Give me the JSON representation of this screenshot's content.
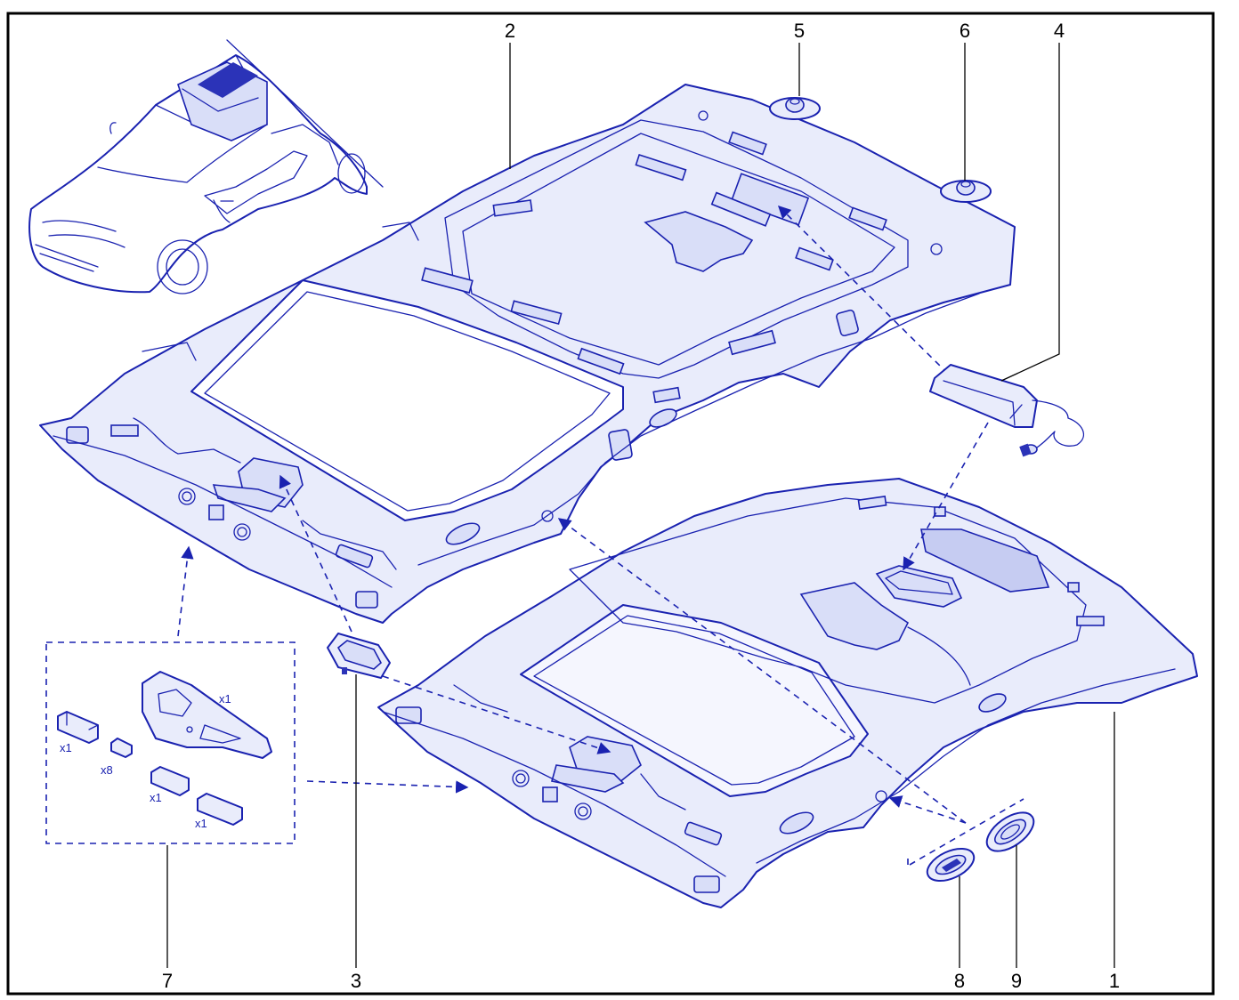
{
  "callouts": {
    "c1": "1",
    "c2": "2",
    "c3": "3",
    "c4": "4",
    "c5": "5",
    "c6": "6",
    "c7": "7",
    "c8": "8",
    "c9": "9"
  },
  "kit_quantities": {
    "bracket": "x1",
    "pad_a": "x1",
    "pad_b": "x8",
    "pad_c": "x1",
    "pad_d": "x1"
  },
  "colors": {
    "line": "#1a22b0",
    "fill": "#e9ecfb",
    "frame": "#000000"
  }
}
